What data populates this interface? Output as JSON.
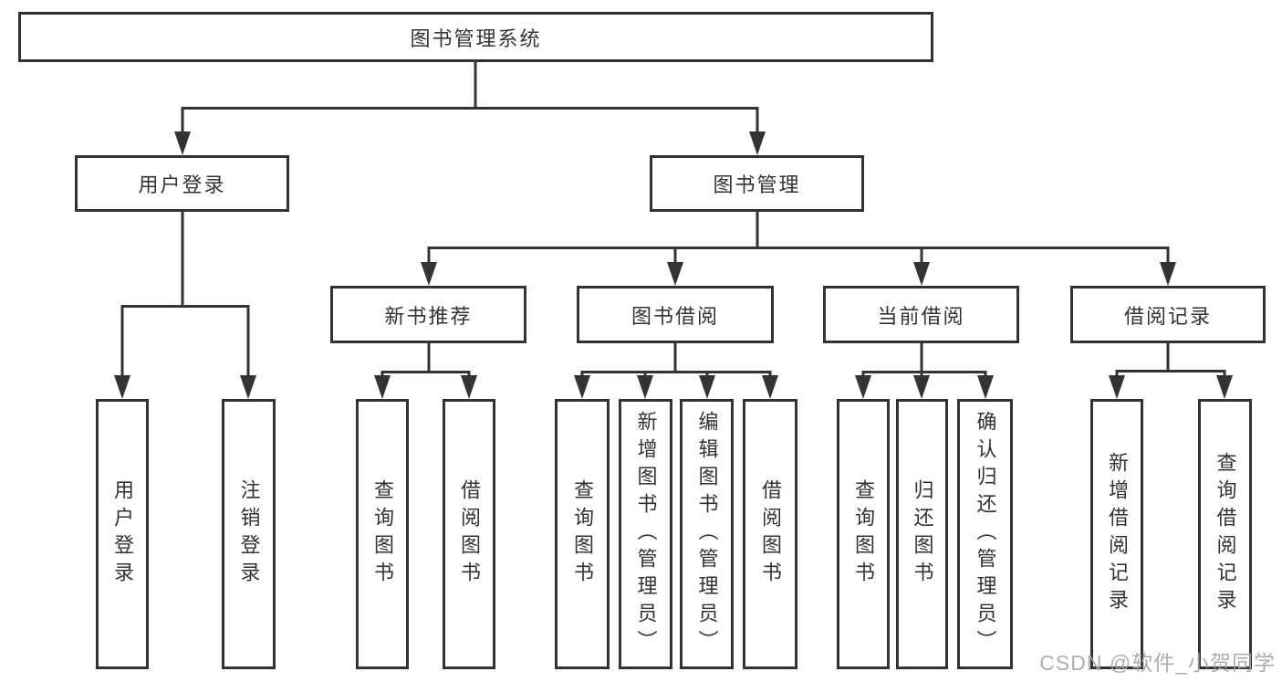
{
  "tree": {
    "root": {
      "label": "图书管理系统"
    },
    "level2": [
      {
        "label": "用户登录",
        "children": [
          {
            "label": "用户登录"
          },
          {
            "label": "注销登录"
          }
        ]
      },
      {
        "label": "图书管理",
        "children": [
          {
            "label": "新书推荐",
            "children": [
              {
                "label": "查询图书"
              },
              {
                "label": "借阅图书"
              }
            ]
          },
          {
            "label": "图书借阅",
            "children": [
              {
                "label": "查询图书"
              },
              {
                "label": "新增图书（管理员）"
              },
              {
                "label": "编辑图书（管理员）"
              },
              {
                "label": "借阅图书"
              }
            ]
          },
          {
            "label": "当前借阅",
            "children": [
              {
                "label": "查询图书"
              },
              {
                "label": "归还图书"
              },
              {
                "label": "确认归还（管理员）"
              }
            ]
          },
          {
            "label": "借阅记录",
            "children": [
              {
                "label": "新增借阅记录"
              },
              {
                "label": "查询借阅记录"
              }
            ]
          }
        ]
      }
    ]
  },
  "watermark": {
    "text": "CSDN @软件_小贺同学"
  },
  "colors": {
    "line": "#333333",
    "text": "#333333",
    "watermark": "#a5a5a5",
    "background": "#ffffff"
  }
}
